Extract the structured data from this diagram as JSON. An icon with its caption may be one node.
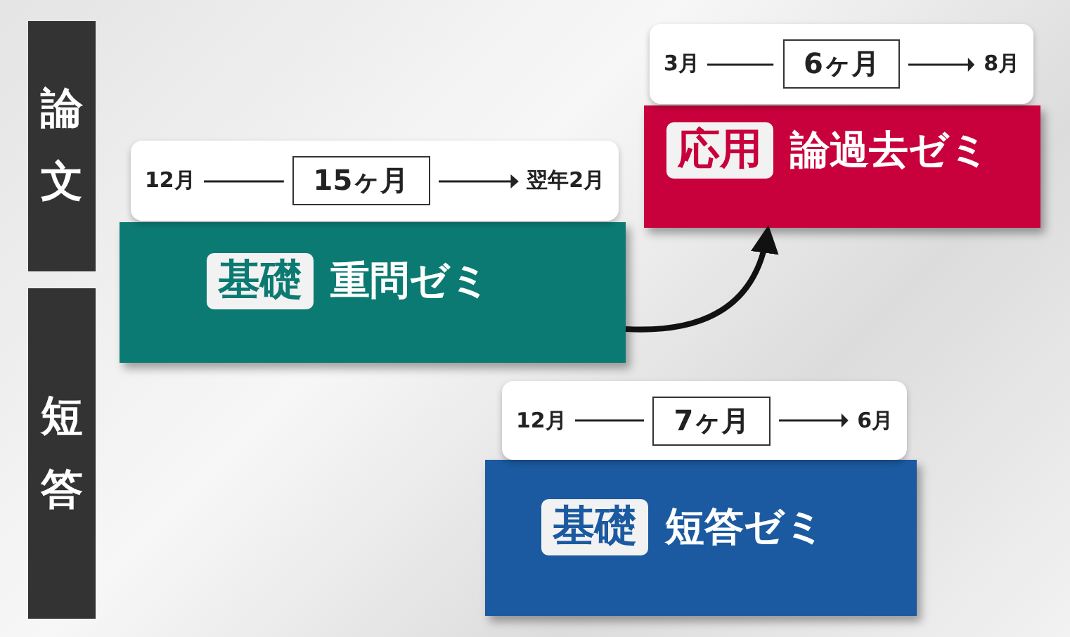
{
  "diagram": {
    "nodes": [
      {
        "text": [
          "論文"
        ]
      },
      {
        "text": [
          "短答"
        ]
      },
      {
        "text": [
          "重問ゼミ"
        ]
      },
      {
        "text": [
          "12月",
          "翌年2月"
        ]
      },
      {
        "text": [
          "15ヶ月"
        ],
        "in": 3
      },
      {
        "text": [
          "基礎"
        ],
        "in": 2
      },
      {
        "text": [
          "論過去ゼミ"
        ]
      },
      {
        "text": [
          "3月",
          "8月"
        ]
      },
      {
        "text": [
          "6ヶ月"
        ],
        "in": 7
      },
      {
        "text": [
          "応用"
        ],
        "in": 6
      },
      {
        "text": [
          "短答ゼミ"
        ]
      },
      {
        "text": [
          "12月",
          "6月"
        ]
      },
      {
        "text": [
          "7ヶ月"
        ],
        "in": 11
      },
      {
        "text": [
          "基礎"
        ],
        "in": 10
      }
    ],
    "edges": [
      {
        "from": 2,
        "to": 6,
        "arrow": "to"
      }
    ]
  }
}
